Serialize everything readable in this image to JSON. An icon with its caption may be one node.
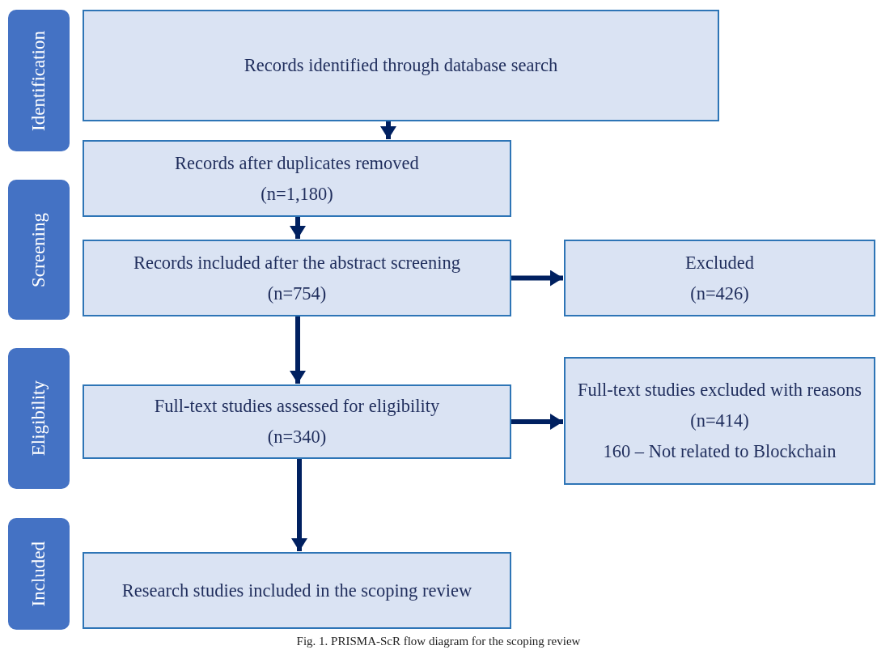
{
  "diagram": {
    "caption": "Fig. 1. PRISMA-ScR flow diagram for the scoping review",
    "nodes": [
      {
        "text": [
          "Identification"
        ]
      },
      {
        "text": [
          "Screening"
        ]
      },
      {
        "text": [
          "Eligibility"
        ]
      },
      {
        "text": [
          "Included"
        ]
      },
      {
        "text": [
          "Records identified through database search"
        ]
      },
      {
        "text": [
          "Records after duplicates removed",
          "(n=1,180)"
        ]
      },
      {
        "text": [
          "Records included after the abstract screening",
          "(n=754)"
        ]
      },
      {
        "text": [
          "Excluded",
          "(n=426)"
        ]
      },
      {
        "text": [
          "Full-text studies assessed for eligibility",
          "(n=340)"
        ]
      },
      {
        "text": [
          "Full-text studies excluded with reasons",
          "(n=414)",
          "160 – Not related to Blockchain"
        ]
      },
      {
        "text": [
          "Research studies included in the scoping review"
        ]
      }
    ],
    "edges": [
      {
        "from": 4,
        "to": 5,
        "arrow": "to"
      },
      {
        "from": 5,
        "to": 6,
        "arrow": "to"
      },
      {
        "from": 6,
        "to": 7,
        "arrow": "to"
      },
      {
        "from": 6,
        "to": 8,
        "arrow": "to"
      },
      {
        "from": 8,
        "to": 9,
        "arrow": "to"
      },
      {
        "from": 8,
        "to": 10,
        "arrow": "to"
      }
    ]
  }
}
